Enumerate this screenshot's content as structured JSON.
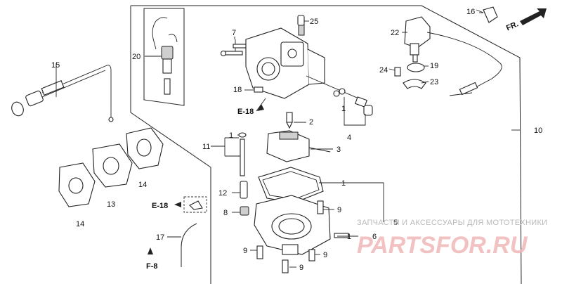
{
  "callouts": {
    "c1a": "1",
    "c1b": "1",
    "c1c": "1",
    "c1d": "1",
    "c2": "2",
    "c3": "3",
    "c4": "4",
    "c5": "5",
    "c6": "6",
    "c7": "7",
    "c8": "8",
    "c9a": "9",
    "c9b": "9",
    "c9c": "9",
    "c9d": "9",
    "c10": "10",
    "c11": "11",
    "c12": "12",
    "c14a": "14",
    "c13": "13",
    "c14b": "14",
    "c15": "15",
    "c16": "16",
    "c17": "17",
    "c18": "18",
    "c19": "19",
    "c20": "20",
    "c22": "22",
    "c23": "23",
    "c24": "24",
    "c25": "25"
  },
  "references": {
    "e18_top": "E-18",
    "e18_left": "E-18",
    "f8": "F-8",
    "front_arrow": "FR."
  },
  "watermark": {
    "tagline": "ЗАПЧАСТИ И АКСЕССУАРЫ ДЛЯ МОТОТЕХНИКИ",
    "logo": "PARTSFOR.RU"
  }
}
